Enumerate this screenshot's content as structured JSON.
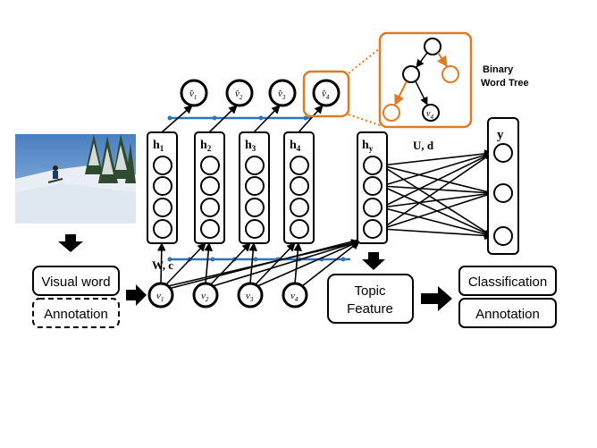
{
  "labels": {
    "binary_word_tree_line1": "Binary",
    "binary_word_tree_line2": "Word Tree",
    "hidden_units": [
      "h",
      "h",
      "h",
      "h"
    ],
    "hidden_subs": [
      "1",
      "2",
      "3",
      "4"
    ],
    "topic_hidden": "h",
    "topic_hidden_sub": "y",
    "output_y": "y",
    "weights_wc": "W, c",
    "weights_ud": "U, d",
    "visible_units": [
      "v",
      "v",
      "v",
      "v"
    ],
    "visible_subs": [
      "1",
      "2",
      "3",
      "4"
    ],
    "recon_units": [
      "v̂",
      "v̂",
      "v̂",
      "v̂"
    ],
    "recon_subs": [
      "1",
      "2",
      "3",
      "4"
    ],
    "tree_leaf": "v",
    "tree_leaf_sub": "4"
  },
  "boxes": {
    "visual_word": "Visual word",
    "annotation_left": "Annotation",
    "topic_feature_line1": "Topic",
    "topic_feature_line2": "Feature",
    "classification": "Classification",
    "annotation_right": "Annotation"
  },
  "image": {
    "description_icon": "snowboarder-photo-icon"
  },
  "colors": {
    "orange": "#E07B24",
    "blue": "#2E75B6",
    "black": "#000000"
  }
}
